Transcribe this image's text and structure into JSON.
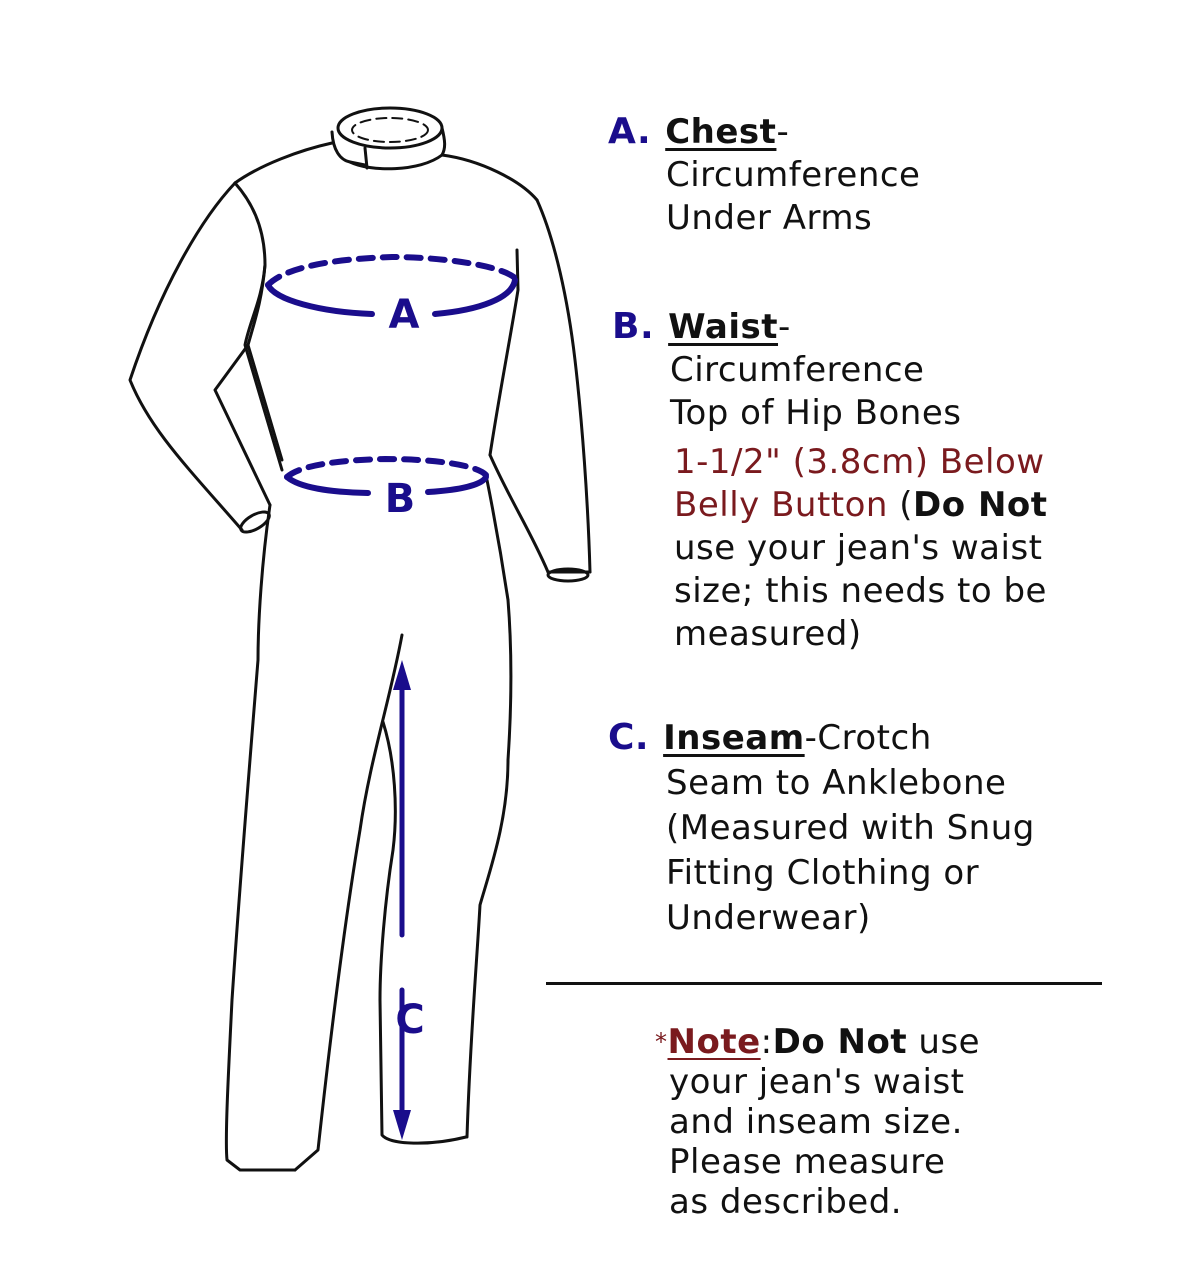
{
  "diagram": {
    "labels": {
      "chest_marker": "A",
      "waist_marker": "B",
      "inseam_marker": "C"
    },
    "colors": {
      "marker": "#1a0d8c",
      "outline": "#111111",
      "highlight": "#7a1a1e"
    }
  },
  "measurements": [
    {
      "letter": "A.",
      "title": "Chest",
      "suffix": "-",
      "lines": [
        "Circumference",
        "Under Arms"
      ]
    },
    {
      "letter": "B.",
      "title": "Waist",
      "suffix": "-",
      "lines": [
        "Circumference",
        "Top of Hip Bones"
      ],
      "highlight_1": "1-1/2\" (3.8cm) Below",
      "highlight_2": "Belly Button",
      "paren_open": " (",
      "bold": "Do Not",
      "rest_lines": [
        "use your jean's waist",
        "size; this needs to be",
        "measured)"
      ]
    },
    {
      "letter": "C.",
      "title": "Inseam",
      "suffix": "-Crotch",
      "lines": [
        "Seam to Anklebone",
        "(Measured with Snug",
        "Fitting Clothing or",
        "Underwear)"
      ]
    }
  ],
  "note": {
    "asterisk": "*",
    "label": "Note",
    "colon": ":",
    "bold": "Do Not",
    "first_rest": " use",
    "lines": [
      "your jean's waist",
      "and inseam size.",
      "Please measure",
      "as described."
    ]
  }
}
